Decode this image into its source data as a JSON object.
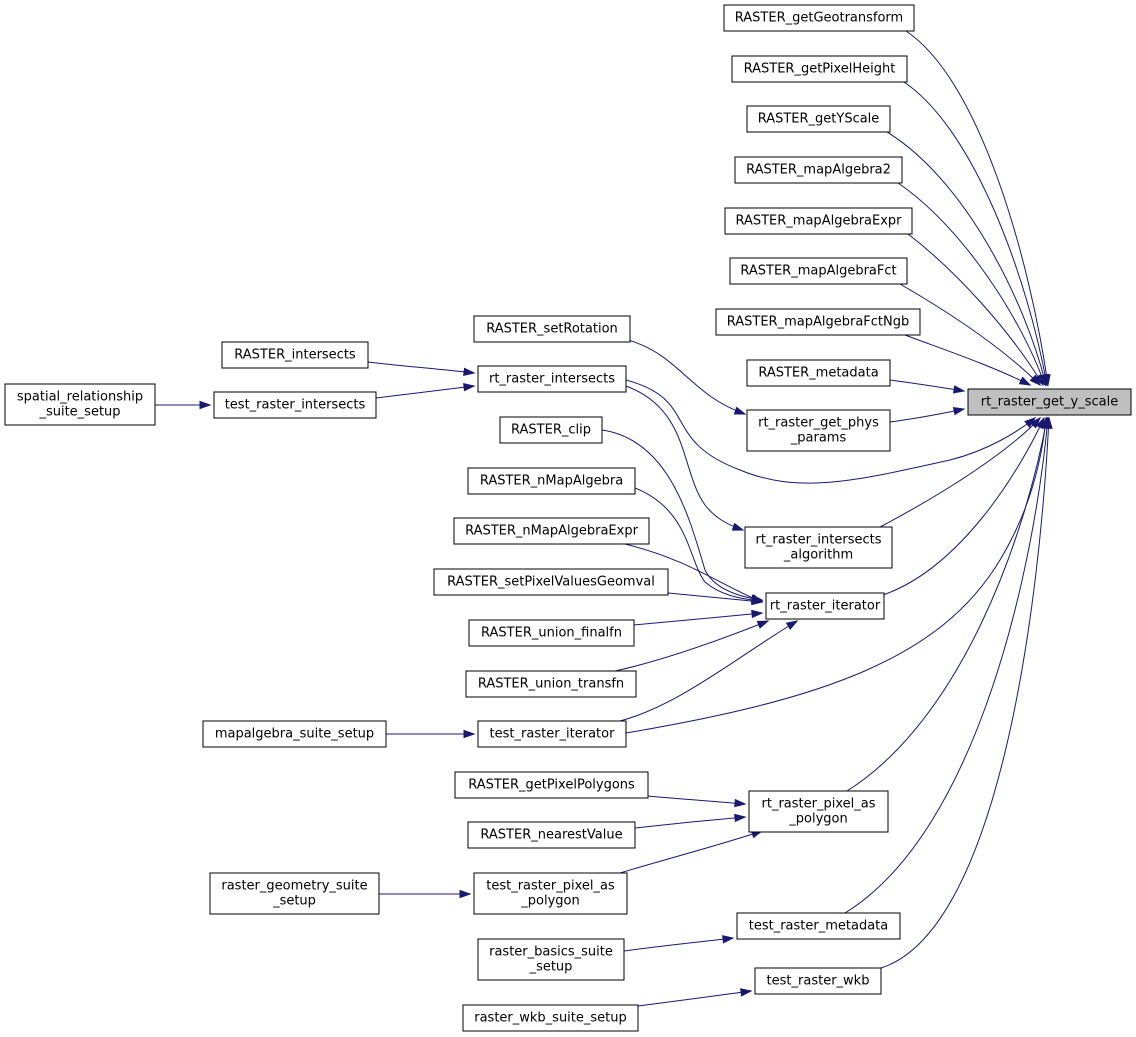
{
  "diagram": {
    "type": "call-graph",
    "colors": {
      "edge": "#191970",
      "focus_fill": "#bfbfbf",
      "node_fill": "#ffffff",
      "node_border": "#000000"
    },
    "nodes": [
      {
        "id": "rt_raster_get_y_scale",
        "lines": [
          "rt_raster_get_y_scale"
        ],
        "focus": true
      },
      {
        "id": "RASTER_getGeotransform",
        "lines": [
          "RASTER_getGeotransform"
        ]
      },
      {
        "id": "RASTER_getPixelHeight",
        "lines": [
          "RASTER_getPixelHeight"
        ]
      },
      {
        "id": "RASTER_getYScale",
        "lines": [
          "RASTER_getYScale"
        ]
      },
      {
        "id": "RASTER_mapAlgebra2",
        "lines": [
          "RASTER_mapAlgebra2"
        ]
      },
      {
        "id": "RASTER_mapAlgebraExpr",
        "lines": [
          "RASTER_mapAlgebraExpr"
        ]
      },
      {
        "id": "RASTER_mapAlgebraFct",
        "lines": [
          "RASTER_mapAlgebraFct"
        ]
      },
      {
        "id": "RASTER_mapAlgebraFctNgb",
        "lines": [
          "RASTER_mapAlgebraFctNgb"
        ]
      },
      {
        "id": "RASTER_metadata",
        "lines": [
          "RASTER_metadata"
        ]
      },
      {
        "id": "rt_raster_get_phys_params",
        "lines": [
          "rt_raster_get_phys",
          "_params"
        ]
      },
      {
        "id": "RASTER_setRotation",
        "lines": [
          "RASTER_setRotation"
        ]
      },
      {
        "id": "rt_raster_intersects",
        "lines": [
          "rt_raster_intersects"
        ]
      },
      {
        "id": "RASTER_intersects",
        "lines": [
          "RASTER_intersects"
        ]
      },
      {
        "id": "test_raster_intersects",
        "lines": [
          "test_raster_intersects"
        ]
      },
      {
        "id": "spatial_relationship_suite_setup",
        "lines": [
          "spatial_relationship",
          "_suite_setup"
        ]
      },
      {
        "id": "rt_raster_intersects_algorithm",
        "lines": [
          "rt_raster_intersects",
          "_algorithm"
        ]
      },
      {
        "id": "RASTER_clip",
        "lines": [
          "RASTER_clip"
        ]
      },
      {
        "id": "RASTER_nMapAlgebra",
        "lines": [
          "RASTER_nMapAlgebra"
        ]
      },
      {
        "id": "RASTER_nMapAlgebraExpr",
        "lines": [
          "RASTER_nMapAlgebraExpr"
        ]
      },
      {
        "id": "RASTER_setPixelValuesGeomval",
        "lines": [
          "RASTER_setPixelValuesGeomval"
        ]
      },
      {
        "id": "RASTER_union_finalfn",
        "lines": [
          "RASTER_union_finalfn"
        ]
      },
      {
        "id": "RASTER_union_transfn",
        "lines": [
          "RASTER_union_transfn"
        ]
      },
      {
        "id": "rt_raster_iterator",
        "lines": [
          "rt_raster_iterator"
        ]
      },
      {
        "id": "test_raster_iterator",
        "lines": [
          "test_raster_iterator"
        ]
      },
      {
        "id": "mapalgebra_suite_setup",
        "lines": [
          "mapalgebra_suite_setup"
        ]
      },
      {
        "id": "RASTER_getPixelPolygons",
        "lines": [
          "RASTER_getPixelPolygons"
        ]
      },
      {
        "id": "RASTER_nearestValue",
        "lines": [
          "RASTER_nearestValue"
        ]
      },
      {
        "id": "rt_raster_pixel_as_polygon",
        "lines": [
          "rt_raster_pixel_as",
          "_polygon"
        ]
      },
      {
        "id": "test_raster_pixel_as_polygon",
        "lines": [
          "test_raster_pixel_as",
          "_polygon"
        ]
      },
      {
        "id": "raster_geometry_suite_setup",
        "lines": [
          "raster_geometry_suite",
          "_setup"
        ]
      },
      {
        "id": "test_raster_metadata",
        "lines": [
          "test_raster_metadata"
        ]
      },
      {
        "id": "raster_basics_suite_setup",
        "lines": [
          "raster_basics_suite",
          "_setup"
        ]
      },
      {
        "id": "test_raster_wkb",
        "lines": [
          "test_raster_wkb"
        ]
      },
      {
        "id": "raster_wkb_suite_setup",
        "lines": [
          "raster_wkb_suite_setup"
        ]
      }
    ],
    "edges": [
      {
        "from": "RASTER_getGeotransform",
        "to": "rt_raster_get_y_scale"
      },
      {
        "from": "RASTER_getPixelHeight",
        "to": "rt_raster_get_y_scale"
      },
      {
        "from": "RASTER_getYScale",
        "to": "rt_raster_get_y_scale"
      },
      {
        "from": "RASTER_mapAlgebra2",
        "to": "rt_raster_get_y_scale"
      },
      {
        "from": "RASTER_mapAlgebraExpr",
        "to": "rt_raster_get_y_scale"
      },
      {
        "from": "RASTER_mapAlgebraFct",
        "to": "rt_raster_get_y_scale"
      },
      {
        "from": "RASTER_mapAlgebraFctNgb",
        "to": "rt_raster_get_y_scale"
      },
      {
        "from": "RASTER_metadata",
        "to": "rt_raster_get_y_scale"
      },
      {
        "from": "rt_raster_get_phys_params",
        "to": "rt_raster_get_y_scale"
      },
      {
        "from": "rt_raster_intersects",
        "to": "rt_raster_get_y_scale"
      },
      {
        "from": "rt_raster_intersects_algorithm",
        "to": "rt_raster_get_y_scale"
      },
      {
        "from": "rt_raster_iterator",
        "to": "rt_raster_get_y_scale"
      },
      {
        "from": "test_raster_iterator",
        "to": "rt_raster_get_y_scale"
      },
      {
        "from": "rt_raster_pixel_as_polygon",
        "to": "rt_raster_get_y_scale"
      },
      {
        "from": "test_raster_metadata",
        "to": "rt_raster_get_y_scale"
      },
      {
        "from": "test_raster_wkb",
        "to": "rt_raster_get_y_scale"
      },
      {
        "from": "RASTER_setRotation",
        "to": "rt_raster_get_phys_params"
      },
      {
        "from": "RASTER_intersects",
        "to": "rt_raster_intersects"
      },
      {
        "from": "test_raster_intersects",
        "to": "rt_raster_intersects"
      },
      {
        "from": "spatial_relationship_suite_setup",
        "to": "test_raster_intersects"
      },
      {
        "from": "rt_raster_intersects",
        "to": "rt_raster_intersects_algorithm"
      },
      {
        "from": "RASTER_clip",
        "to": "rt_raster_iterator"
      },
      {
        "from": "RASTER_nMapAlgebra",
        "to": "rt_raster_iterator"
      },
      {
        "from": "RASTER_nMapAlgebraExpr",
        "to": "rt_raster_iterator"
      },
      {
        "from": "RASTER_setPixelValuesGeomval",
        "to": "rt_raster_iterator"
      },
      {
        "from": "RASTER_union_finalfn",
        "to": "rt_raster_iterator"
      },
      {
        "from": "RASTER_union_transfn",
        "to": "rt_raster_iterator"
      },
      {
        "from": "test_raster_iterator",
        "to": "rt_raster_iterator"
      },
      {
        "from": "mapalgebra_suite_setup",
        "to": "test_raster_iterator"
      },
      {
        "from": "RASTER_getPixelPolygons",
        "to": "rt_raster_pixel_as_polygon"
      },
      {
        "from": "RASTER_nearestValue",
        "to": "rt_raster_pixel_as_polygon"
      },
      {
        "from": "test_raster_pixel_as_polygon",
        "to": "rt_raster_pixel_as_polygon"
      },
      {
        "from": "raster_geometry_suite_setup",
        "to": "test_raster_pixel_as_polygon"
      },
      {
        "from": "raster_basics_suite_setup",
        "to": "test_raster_metadata"
      },
      {
        "from": "raster_wkb_suite_setup",
        "to": "test_raster_wkb"
      }
    ]
  }
}
